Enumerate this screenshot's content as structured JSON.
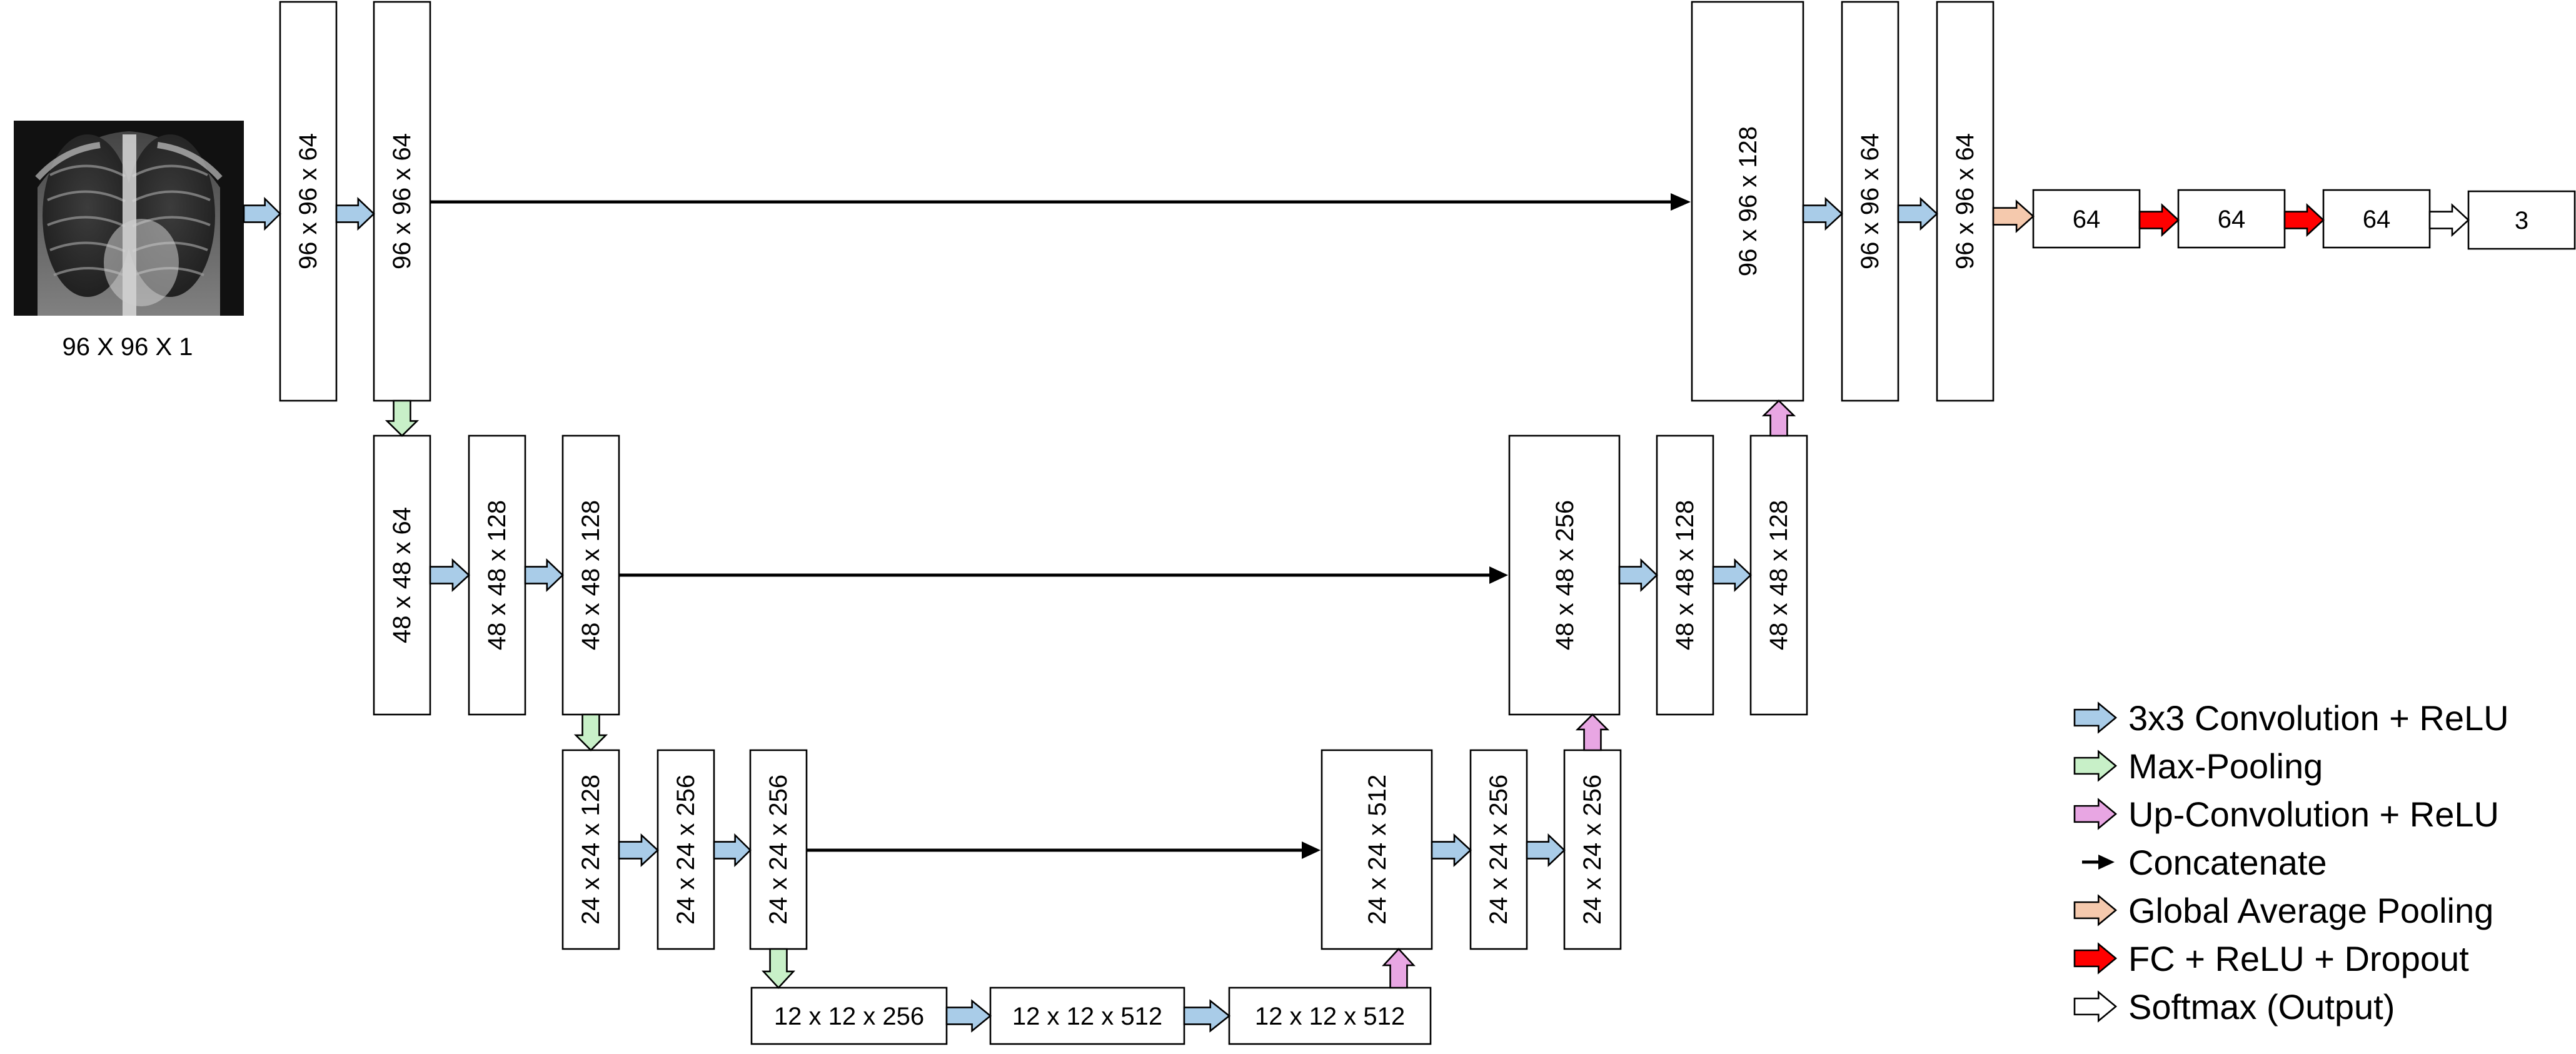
{
  "colors": {
    "conv": "#a9cce8",
    "pool": "#c8f0c8",
    "upconv": "#e8a6e3",
    "concat": "#000000",
    "gap": "#f5c9ad",
    "fc": "#ff0000",
    "softmax": "#ffffff"
  },
  "input": {
    "caption": "96 X 96 X 1",
    "image": "chest-xray"
  },
  "blocks": {
    "e1a": "96 x 96 x 64",
    "e1b": "96 x 96 x 64",
    "e2a": "48 x 48 x 64",
    "e2b": "48 x 48 x 128",
    "e2c": "48 x 48 x 128",
    "e3a": "24 x 24 x 128",
    "e3b": "24 x 24 x 256",
    "e3c": "24 x 24 x 256",
    "b1": "12 x 12 x 256",
    "b2": "12 x 12 x 512",
    "b3": "12 x 12 x 512",
    "d3a": "24 x 24 x 512",
    "d3b": "24 x 24 x 256",
    "d3c": "24 x 24 x 256",
    "d2a": "48 x 48 x 256",
    "d2b": "48 x 48 x 128",
    "d2c": "48 x 48 x 128",
    "d1a": "96 x 96 x 128",
    "d1b": "96 x 96 x 64",
    "d1c": "96 x 96 x 64",
    "fc1": "64",
    "fc2": "64",
    "fc3": "64",
    "out": "3"
  },
  "legend": [
    {
      "label": "3x3 Convolution + ReLU",
      "kind": "conv"
    },
    {
      "label": "Max-Pooling",
      "kind": "pool"
    },
    {
      "label": "Up-Convolution + ReLU",
      "kind": "upconv"
    },
    {
      "label": "Concatenate",
      "kind": "concat"
    },
    {
      "label": "Global Average Pooling",
      "kind": "gap"
    },
    {
      "label": "FC + ReLU + Dropout",
      "kind": "fc"
    },
    {
      "label": "Softmax (Output)",
      "kind": "softmax"
    }
  ]
}
